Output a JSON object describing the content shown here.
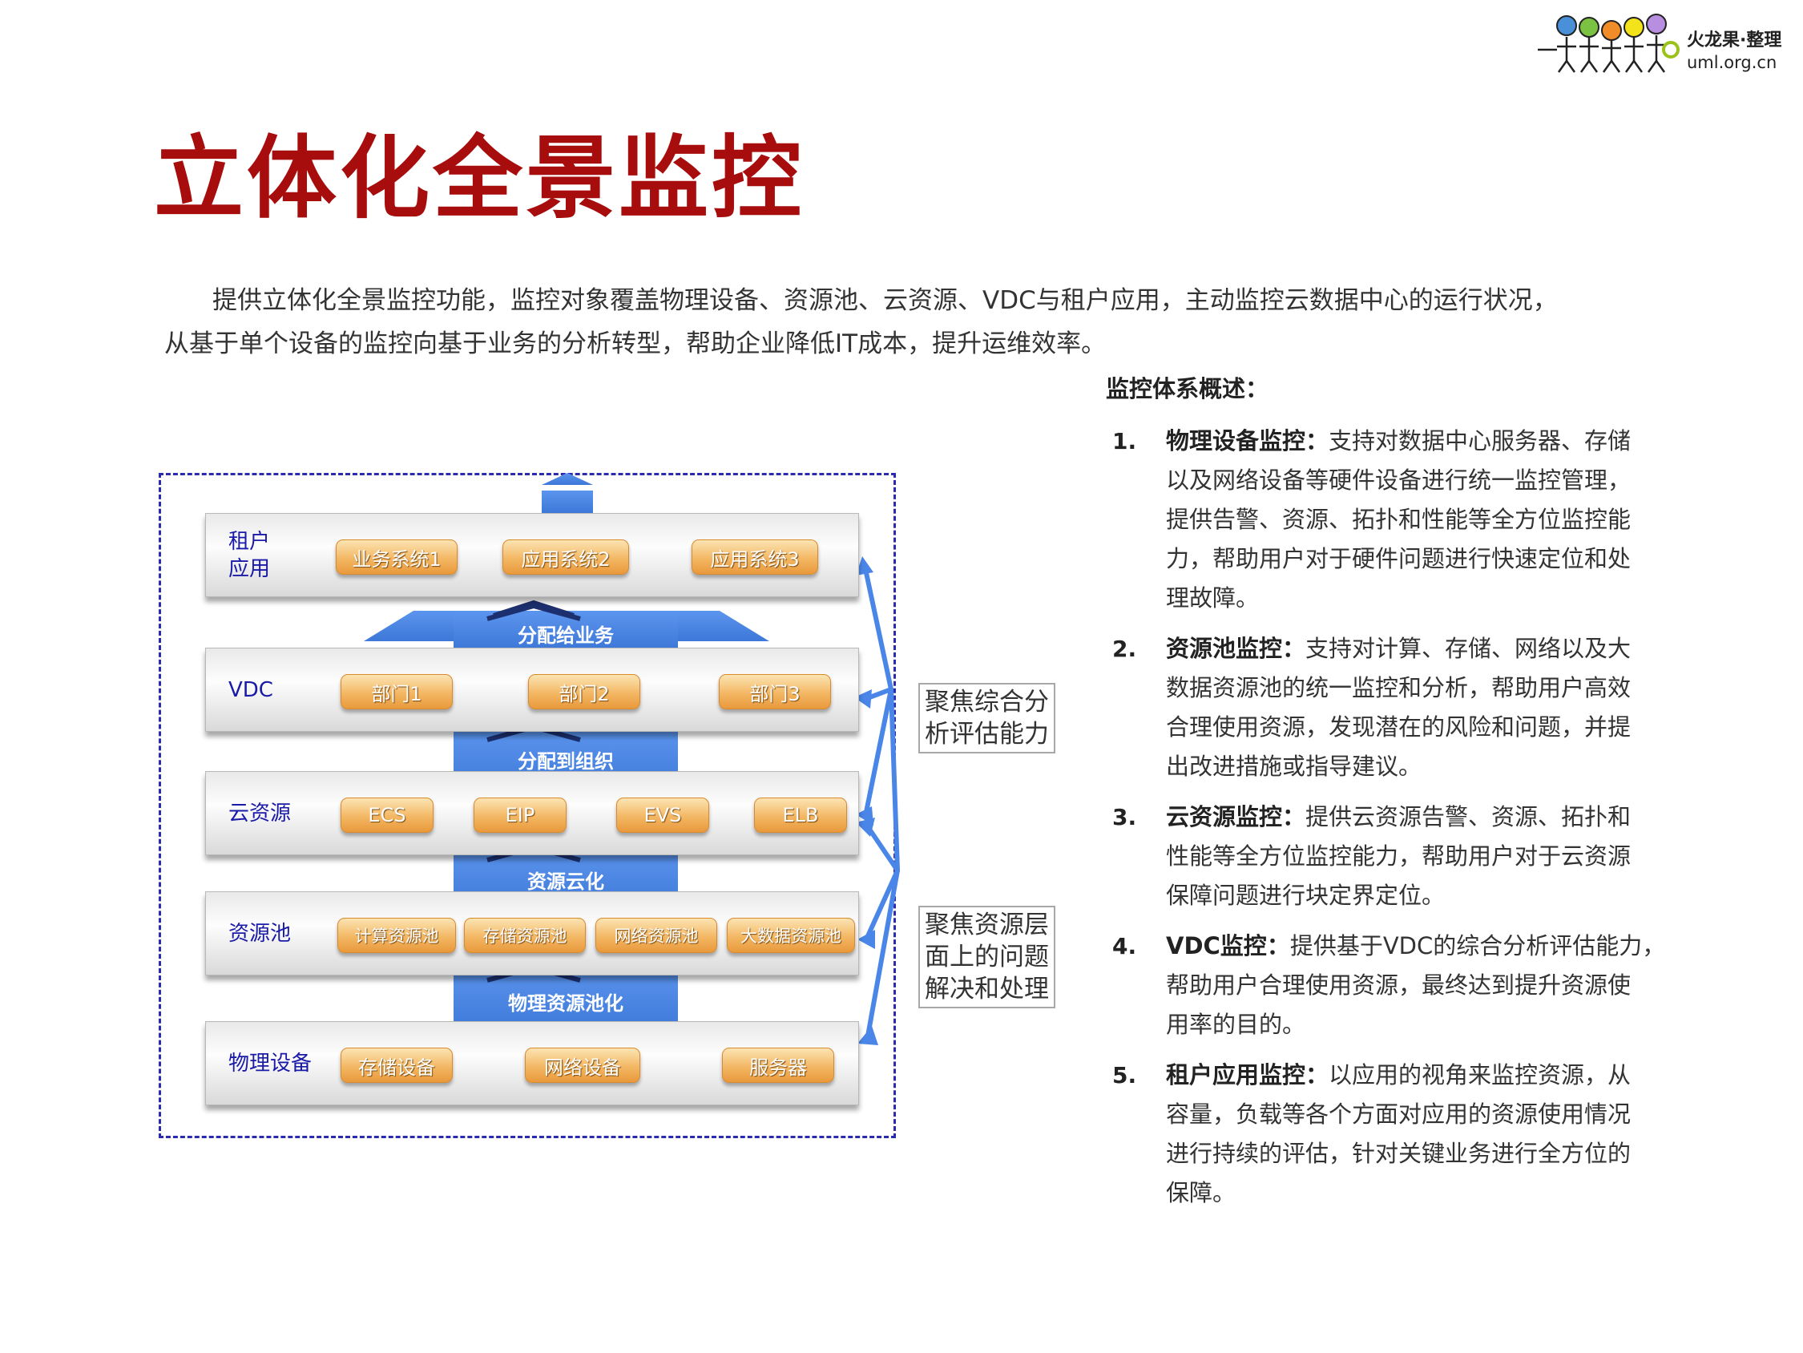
{
  "logo": {
    "name": "火龙果·整理",
    "url": "uml.org.cn"
  },
  "title": "立体化全景监控",
  "intro": {
    "line1": "提供立体化全景监控功能，监控对象覆盖物理设备、资源池、云资源、VDC与租户应用，主动监控云数据中心的运行状况，",
    "line2": "从基于单个设备的监控向基于业务的分析转型，帮助企业降低IT成本，提升运维效率。"
  },
  "diagram": {
    "layers": [
      {
        "label": "租户\n应用",
        "chips": [
          "业务系统1",
          "应用系统2",
          "应用系统3"
        ]
      },
      {
        "label": "VDC",
        "chips": [
          "部门1",
          "部门2",
          "部门3"
        ]
      },
      {
        "label": "云资源",
        "chips": [
          "ECS",
          "EIP",
          "EVS",
          "ELB"
        ]
      },
      {
        "label": "资源池",
        "chips": [
          "计算资源池",
          "存储资源池",
          "网络资源池",
          "大数据资源池"
        ]
      },
      {
        "label": "物理设备",
        "chips": [
          "存储设备",
          "网络设备",
          "服务器"
        ]
      }
    ],
    "flows": [
      "分配给业务",
      "分配到组织",
      "资源云化",
      "物理资源池化"
    ],
    "callouts": {
      "upper": [
        "聚焦综合分",
        "析评估能力"
      ],
      "lower": [
        "聚焦资源层",
        "面上的问题",
        "解决和处理"
      ]
    },
    "colors": {
      "frame": "#2b2bb0",
      "arrow": "#4a86e8",
      "chip": "#f3b763",
      "label": "#1a1aa8"
    }
  },
  "overview": {
    "heading": "监控体系概述：",
    "items": [
      {
        "num": "1.",
        "head": "物理设备监控：",
        "lines": [
          "支持对数据中心服务器、存储",
          "以及网络设备等硬件设备进行统一监控管理，",
          "提供告警、资源、拓扑和性能等全方位监控能",
          "力，帮助用户对于硬件问题进行快速定位和处",
          "理故障。"
        ]
      },
      {
        "num": "2.",
        "head": "资源池监控：",
        "lines": [
          "支持对计算、存储、网络以及大",
          "数据资源池的统一监控和分析，帮助用户高效",
          "合理使用资源，发现潜在的风险和问题，并提",
          "出改进措施或指导建议。"
        ]
      },
      {
        "num": "3.",
        "head": "云资源监控：",
        "lines": [
          "提供云资源告警、资源、拓扑和",
          "性能等全方位监控能力，帮助用户对于云资源",
          "保障问题进行块定界定位。"
        ]
      },
      {
        "num": "4.",
        "head": "VDC监控：",
        "lines": [
          "提供基于VDC的综合分析评估能力，",
          "帮助用户合理使用资源，最终达到提升资源使",
          "用率的目的。"
        ]
      },
      {
        "num": "5.",
        "head": "租户应用监控：",
        "lines": [
          "以应用的视角来监控资源，从",
          "容量，负载等各个方面对应用的资源使用情况",
          "进行持续的评估，针对关键业务进行全方位的",
          "保障。"
        ]
      }
    ]
  }
}
